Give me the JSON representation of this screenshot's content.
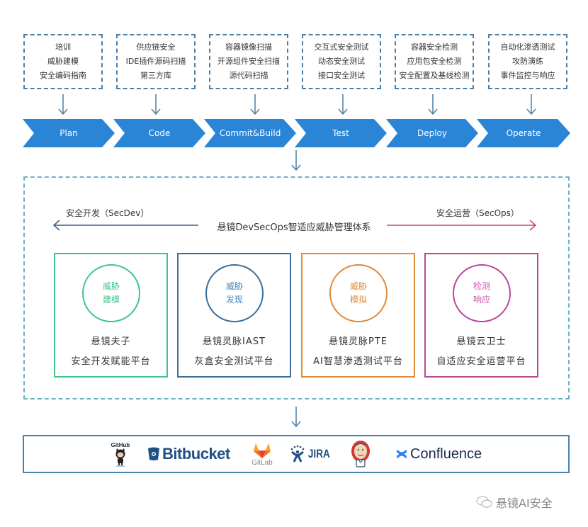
{
  "colors": {
    "stage_fill": "#2a85d6",
    "dashed_border": "#4a7fa8",
    "main_dashed_border": "#6ab3c4",
    "secdev_arrow": "#3e5a8a",
    "secops_arrow": "#c8407e"
  },
  "stages": [
    {
      "label": "Plan",
      "items": [
        "培训",
        "威胁建模",
        "安全编码指南"
      ]
    },
    {
      "label": "Code",
      "items": [
        "供应链安全",
        "IDE插件源码扫描",
        "第三方库"
      ]
    },
    {
      "label": "Commit&Build",
      "items": [
        "容器镜像扫描",
        "开源组件安全扫描",
        "源代码扫描"
      ]
    },
    {
      "label": "Test",
      "items": [
        "交互式安全测试",
        "动态安全测试",
        "接口安全测试"
      ]
    },
    {
      "label": "Deploy",
      "items": [
        "容器安全检测",
        "应用包安全检测",
        "安全配置及基线检测"
      ]
    },
    {
      "label": "Operate",
      "items": [
        "自动化渗透测试",
        "攻防演练",
        "事件监控与响应"
      ]
    }
  ],
  "framework": {
    "title": "悬镜DevSecOps智适应威胁管理体系",
    "left_label": "安全开发（SecDev）",
    "right_label": "安全运营（SecOps）"
  },
  "cards": [
    {
      "circle": [
        "威胁",
        "建模"
      ],
      "name": [
        "悬镜夫子",
        "安全开发赋能平台"
      ],
      "color": "#3ec68a"
    },
    {
      "circle": [
        "威胁",
        "发现"
      ],
      "name": [
        "悬镜灵脉IAST",
        "灰盒安全测试平台"
      ],
      "color": "#3a6e9a"
    },
    {
      "circle": [
        "威胁",
        "模拟"
      ],
      "name": [
        "悬镜灵脉PTE",
        "AI智慧渗透测试平台"
      ],
      "color": "#e08a3c"
    },
    {
      "circle": [
        "检测",
        "响应"
      ],
      "name": [
        "悬镜云卫士",
        "自适应安全运营平台"
      ],
      "color": "#b8479a"
    }
  ],
  "tools": {
    "github": "GitHub",
    "bitbucket": "Bitbucket",
    "gitlab": "GitLab",
    "jira": "JIRA",
    "jenkins": "Jenkins",
    "confluence": "Confluence"
  },
  "watermark": "悬镜AI安全"
}
